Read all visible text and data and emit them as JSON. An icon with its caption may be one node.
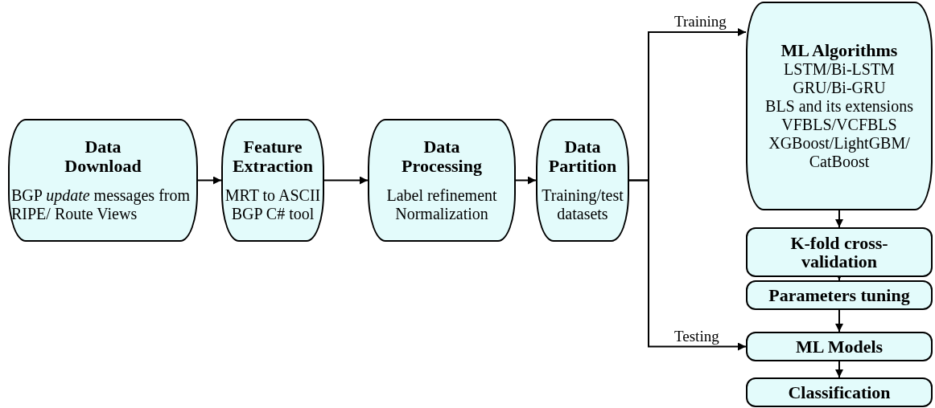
{
  "diagram": {
    "nodes": [
      {
        "text": [
          "Data Download",
          "BGP *update* messages from RIPE/ Route Views"
        ]
      },
      {
        "text": [
          "Feature Extraction",
          "MRT to ASCII BGP C# tool"
        ]
      },
      {
        "text": [
          "Data Processing",
          "Label refinement Normalization"
        ]
      },
      {
        "text": [
          "Data Partition",
          "Training/test datasets"
        ]
      },
      {
        "text": [
          "ML Algorithms",
          "LSTM/Bi-LSTM",
          "GRU/Bi-GRU",
          "BLS and its extensions",
          "VFBLS/VCFBLS",
          "XGBoost/LightGBM/ CatBoost"
        ]
      },
      {
        "text": [
          "K-fold cross-validation"
        ]
      },
      {
        "text": [
          "Parameters tuning"
        ]
      },
      {
        "text": [
          "ML Models"
        ]
      },
      {
        "text": [
          "Classification"
        ]
      }
    ],
    "edges": [
      {
        "from": 0,
        "to": 1,
        "arrow": "to"
      },
      {
        "from": 1,
        "to": 2,
        "arrow": "to"
      },
      {
        "from": 2,
        "to": 3,
        "arrow": "to"
      },
      {
        "from": 3,
        "to": 4,
        "arrow": "to",
        "label": "Training"
      },
      {
        "from": 3,
        "to": 7,
        "arrow": "to",
        "label": "Testing"
      },
      {
        "from": 4,
        "to": 5,
        "arrow": "to"
      },
      {
        "from": 5,
        "to": 6,
        "arrow": "to"
      },
      {
        "from": 6,
        "to": 7,
        "arrow": "to"
      },
      {
        "from": 7,
        "to": 8,
        "arrow": "to"
      }
    ]
  }
}
